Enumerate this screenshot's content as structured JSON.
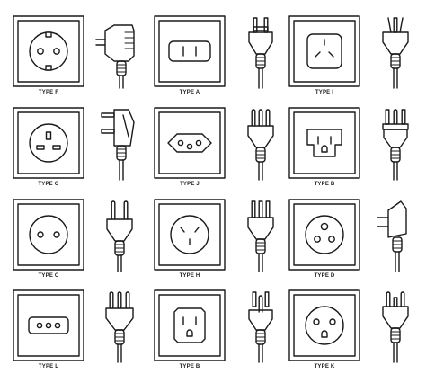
{
  "colors": {
    "stroke": "#1a1a1a",
    "background": "#ffffff"
  },
  "rows": [
    [
      {
        "type": "TYPE F",
        "socket": "F",
        "plug": "F"
      },
      {
        "type": "TYPE A",
        "socket": "A",
        "plug": "A"
      },
      {
        "type": "TYPE I",
        "socket": "I",
        "plug": "I"
      }
    ],
    [
      {
        "type": "TYPE G",
        "socket": "G",
        "plug": "G"
      },
      {
        "type": "TYPE J",
        "socket": "J",
        "plug": "J"
      },
      {
        "type": "TYPE B",
        "socket": "B3",
        "plug": "B3"
      }
    ],
    [
      {
        "type": "TYPE C",
        "socket": "C",
        "plug": "C"
      },
      {
        "type": "TYPE H",
        "socket": "H",
        "plug": "H"
      },
      {
        "type": "TYPE D",
        "socket": "D",
        "plug": "D"
      }
    ],
    [
      {
        "type": "TYPE L",
        "socket": "L",
        "plug": "L"
      },
      {
        "type": "TYPE B",
        "socket": "B",
        "plug": "B"
      },
      {
        "type": "TYPE K",
        "socket": "K",
        "plug": "K"
      }
    ]
  ]
}
